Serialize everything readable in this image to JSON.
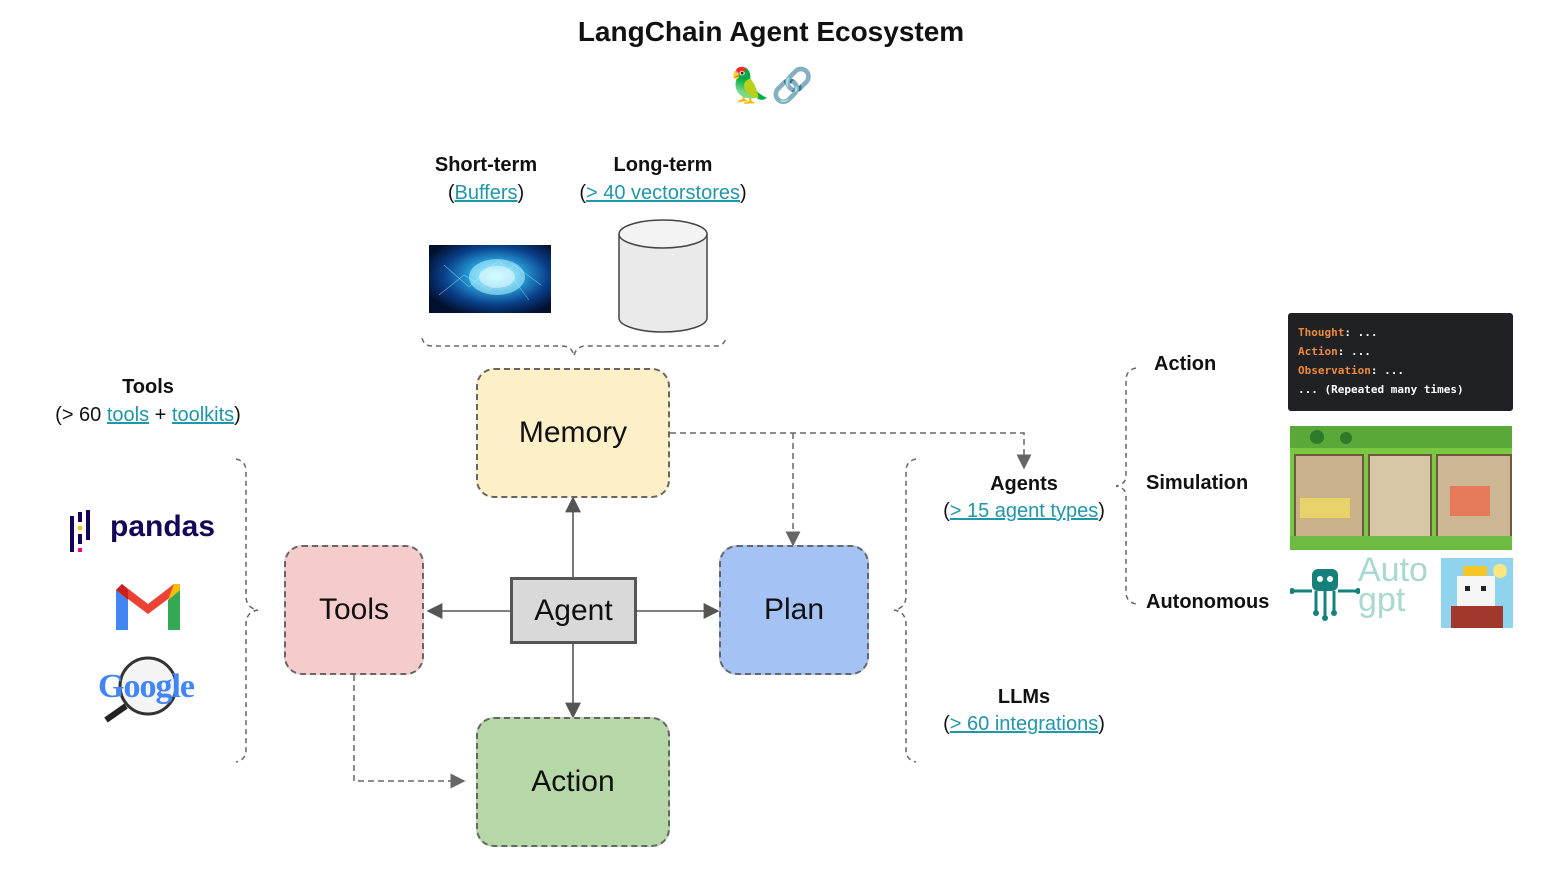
{
  "title": "LangChain Agent Ecosystem",
  "emoji": "🦜🔗",
  "memory_labels": {
    "short_term": {
      "heading": "Short-term",
      "open": "(",
      "link": "Buffers",
      "close": ")"
    },
    "long_term": {
      "heading": "Long-term",
      "open": "(",
      "link": "> 40 vectorstores",
      "close": ")"
    }
  },
  "tools_label": {
    "heading": "Tools",
    "prefix": "(> 60 ",
    "link1": "tools",
    "mid": " + ",
    "link2": "toolkits",
    "suffix": ")"
  },
  "tool_logos": {
    "pandas": "pandas",
    "google": "Google"
  },
  "nodes": {
    "memory": "Memory",
    "tools": "Tools",
    "agent": "Agent",
    "plan": "Plan",
    "action": "Action"
  },
  "agents_label": {
    "heading": "Agents",
    "open": "(",
    "link": "> 15 agent types",
    "close": ")"
  },
  "llms_label": {
    "heading": "LLMs",
    "open": "(",
    "link": "> 60 integrations",
    "close": ")"
  },
  "agent_types": {
    "action": "Action",
    "simulation": "Simulation",
    "autonomous": "Autonomous"
  },
  "react_trace": {
    "line1_key": "Thought",
    "line1_val": ": ...",
    "line2_key": "Action",
    "line2_val": ": ...",
    "line3_key": "Observation",
    "line3_val": ": ...",
    "line4": "... (Repeated many times)"
  },
  "autogpt_text": {
    "line1": "Auto",
    "line2": "gpt"
  },
  "colors": {
    "memory": "#fdf0c8",
    "tools": "#f4cccc",
    "plan": "#a4c2f4",
    "action": "#b6d7a8",
    "agent": "#d9d9d9",
    "link": "#2196a8",
    "orange_key": "#f08a3a"
  }
}
